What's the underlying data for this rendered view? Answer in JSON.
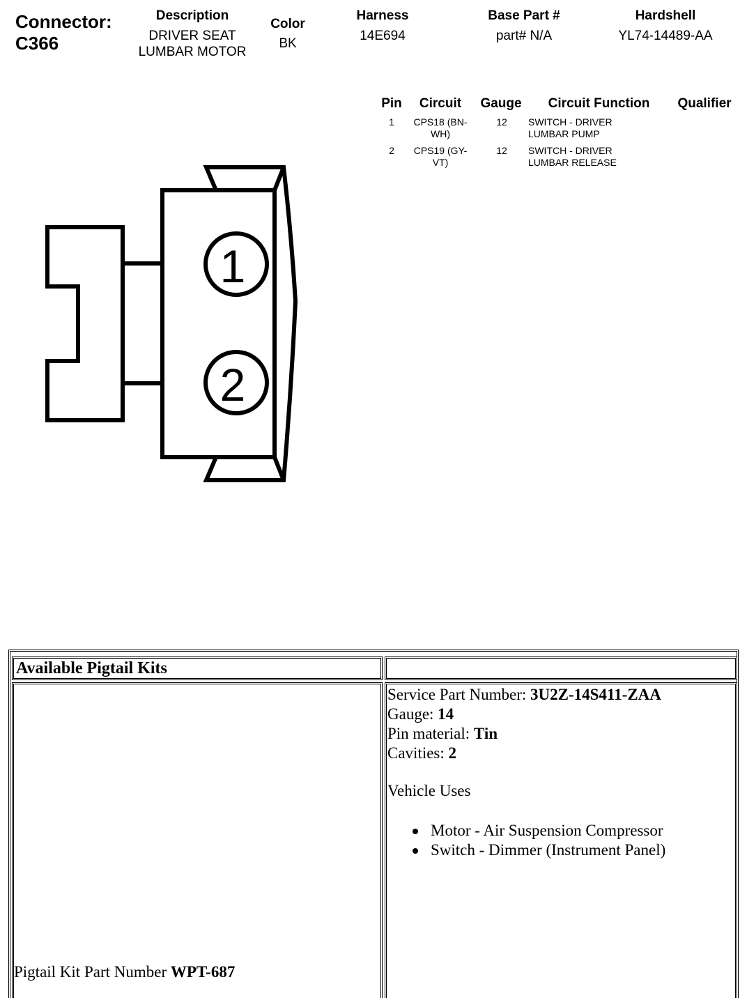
{
  "connector": {
    "label": "Connector:",
    "id": "C366"
  },
  "header": {
    "description": {
      "title": "Description",
      "lines": [
        "DRIVER SEAT",
        "LUMBAR MOTOR"
      ]
    },
    "color": {
      "title": "Color",
      "value": "BK"
    },
    "harness": {
      "title": "Harness",
      "value": "14E694"
    },
    "base_part": {
      "title": "Base Part #",
      "value": "part# N/A"
    },
    "hardshell": {
      "title": "Hardshell",
      "value": "YL74-14489-AA"
    }
  },
  "pin_table": {
    "headers": {
      "pin": "Pin",
      "circuit": "Circuit",
      "gauge": "Gauge",
      "function": "Circuit Function",
      "qualifier": "Qualifier"
    },
    "rows": [
      {
        "pin": "1",
        "circuit_l1": "CPS18 (BN-",
        "circuit_l2": "WH)",
        "gauge": "12",
        "function_l1": "SWITCH - DRIVER",
        "function_l2": "LUMBAR PUMP",
        "qualifier": ""
      },
      {
        "pin": "2",
        "circuit_l1": "CPS19 (GY-",
        "circuit_l2": "VT)",
        "gauge": "12",
        "function_l1": "SWITCH - DRIVER",
        "function_l2": "LUMBAR RELEASE",
        "qualifier": ""
      }
    ]
  },
  "diagram": {
    "pin_labels": [
      "1",
      "2"
    ]
  },
  "pigtail": {
    "header": "Available Pigtail Kits",
    "kit_label": "Pigtail Kit Part Number ",
    "kit_number": "WPT-687",
    "service_part_label": "Service Part Number: ",
    "service_part_value": "3U2Z-14S411-ZAA",
    "gauge_label": "Gauge: ",
    "gauge_value": "14",
    "pin_material_label": "Pin material: ",
    "pin_material_value": "Tin",
    "cavities_label": "Cavities: ",
    "cavities_value": "2",
    "vehicle_uses_title": "Vehicle Uses",
    "vehicle_uses": [
      "Motor - Air Suspension Compressor",
      "Switch - Dimmer (Instrument Panel)"
    ]
  }
}
